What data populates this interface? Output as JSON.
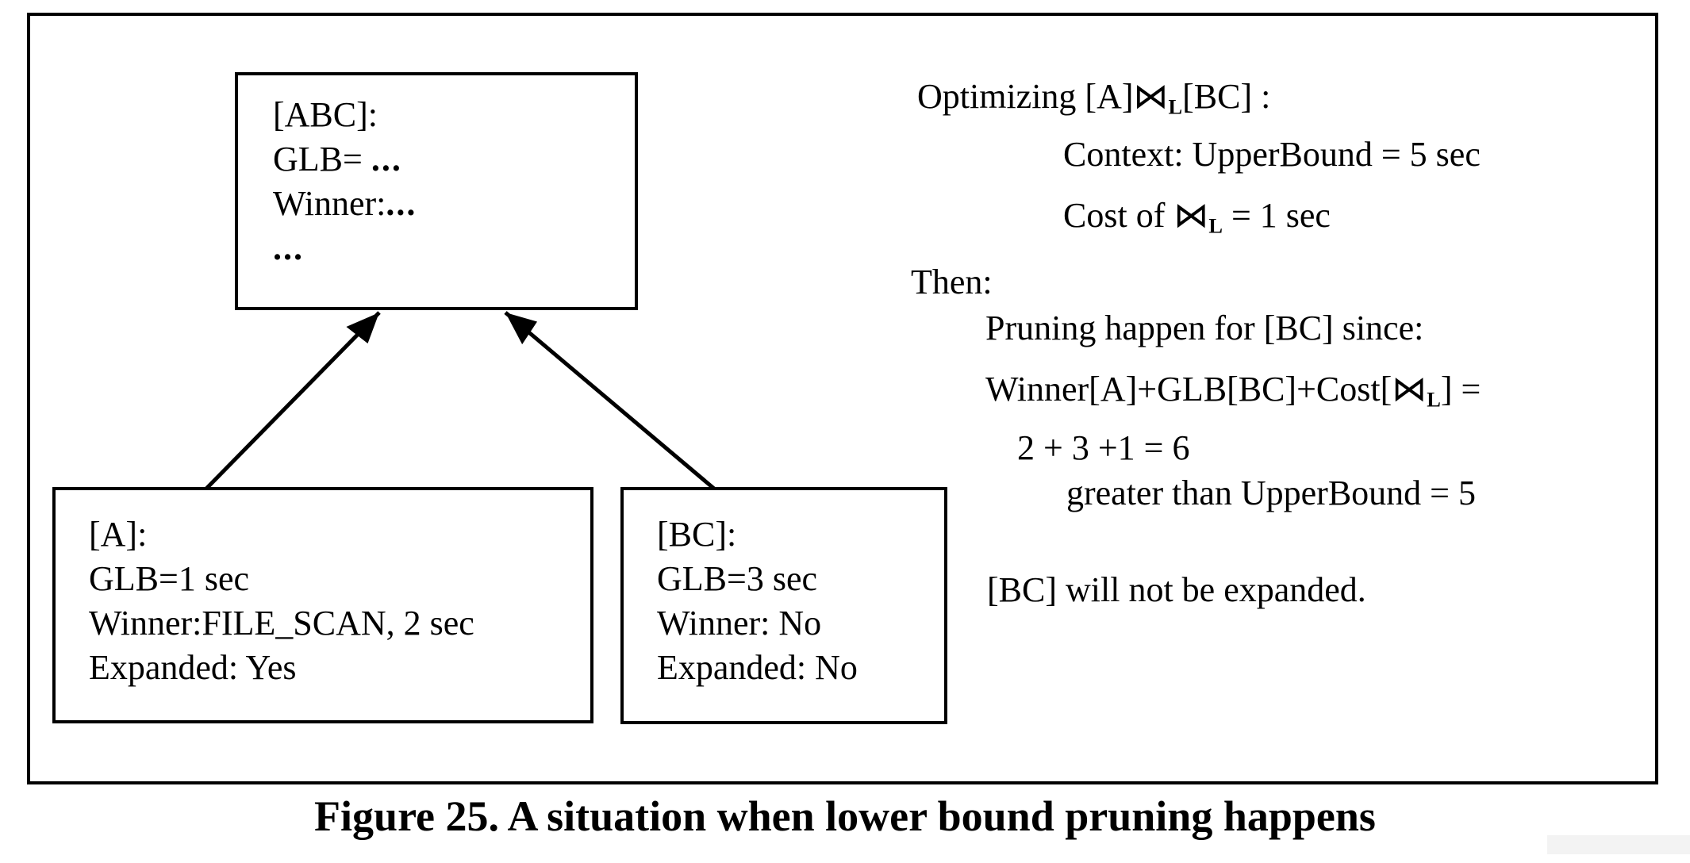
{
  "figure": {
    "caption": "Figure 25. A situation when lower bound pruning happens"
  },
  "colors": {
    "ink": "#000000",
    "background": "#ffffff"
  },
  "diagram": {
    "nodes": {
      "abc": {
        "lines": [
          {
            "pre": "[ABC]:"
          },
          {
            "pre": "GLB= ",
            "dots": "..."
          },
          {
            "pre": "Winner:",
            "dots": "..."
          },
          {
            "dots": "..."
          }
        ]
      },
      "a": {
        "lines": [
          {
            "pre": "[A]:"
          },
          {
            "pre": "GLB=1 sec"
          },
          {
            "pre": "Winner:FILE_SCAN, 2 sec"
          },
          {
            "pre": "Expanded: Yes"
          }
        ]
      },
      "bc": {
        "lines": [
          {
            "pre": "[BC]:"
          },
          {
            "pre": "GLB=3 sec"
          },
          {
            "pre": "Winner: No"
          },
          {
            "pre": "Expanded: No"
          }
        ]
      }
    },
    "edges": [
      {
        "from": "[A]",
        "to": "[ABC]"
      },
      {
        "from": "[BC]",
        "to": "[ABC]"
      }
    ]
  },
  "annotation": {
    "lines": [
      {
        "pre": "Optimizing [A]⋈",
        "sub": "L",
        "post": "[BC] :"
      },
      {
        "pre": "Context: UpperBound = 5 sec"
      },
      {
        "pre": "Cost of ⋈",
        "sub": "L",
        "post": " = 1 sec"
      },
      {
        "pre": "Then:"
      },
      {
        "pre": "Pruning happen for [BC] since:"
      },
      {
        "pre": "Winner[A]+GLB[BC]+Cost[⋈",
        "sub": "L",
        "post": "] ="
      },
      {
        "pre": "2 + 3 +1 = 6"
      },
      {
        "pre": "greater than UpperBound = 5"
      },
      {
        "pre": "[BC] will not be expanded."
      }
    ]
  }
}
